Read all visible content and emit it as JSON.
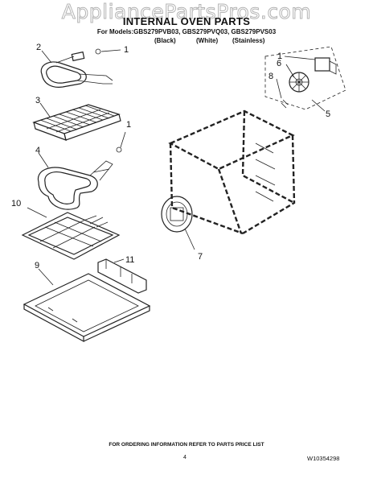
{
  "header": {
    "watermark": "AppliancePartsPros.com",
    "title": "INTERNAL OVEN PARTS",
    "models_line": "For Models:GBS279PVB03, GBS279PVQ03, GBS279PVS03",
    "finish_black": "(Black)",
    "finish_white": "(White)",
    "finish_stainless": "(Stainless)"
  },
  "callouts": {
    "c1a": "1",
    "c2": "2",
    "c3": "3",
    "c1b": "1",
    "c4": "4",
    "c10": "10",
    "c9": "9",
    "c11": "11",
    "c7": "7",
    "c1c": "1",
    "c6": "6",
    "c8": "8",
    "c5": "5"
  },
  "footer": {
    "ordering_note": "FOR ORDERING INFORMATION REFER TO PARTS PRICE LIST",
    "page_number": "4",
    "document_number": "W10354298"
  }
}
